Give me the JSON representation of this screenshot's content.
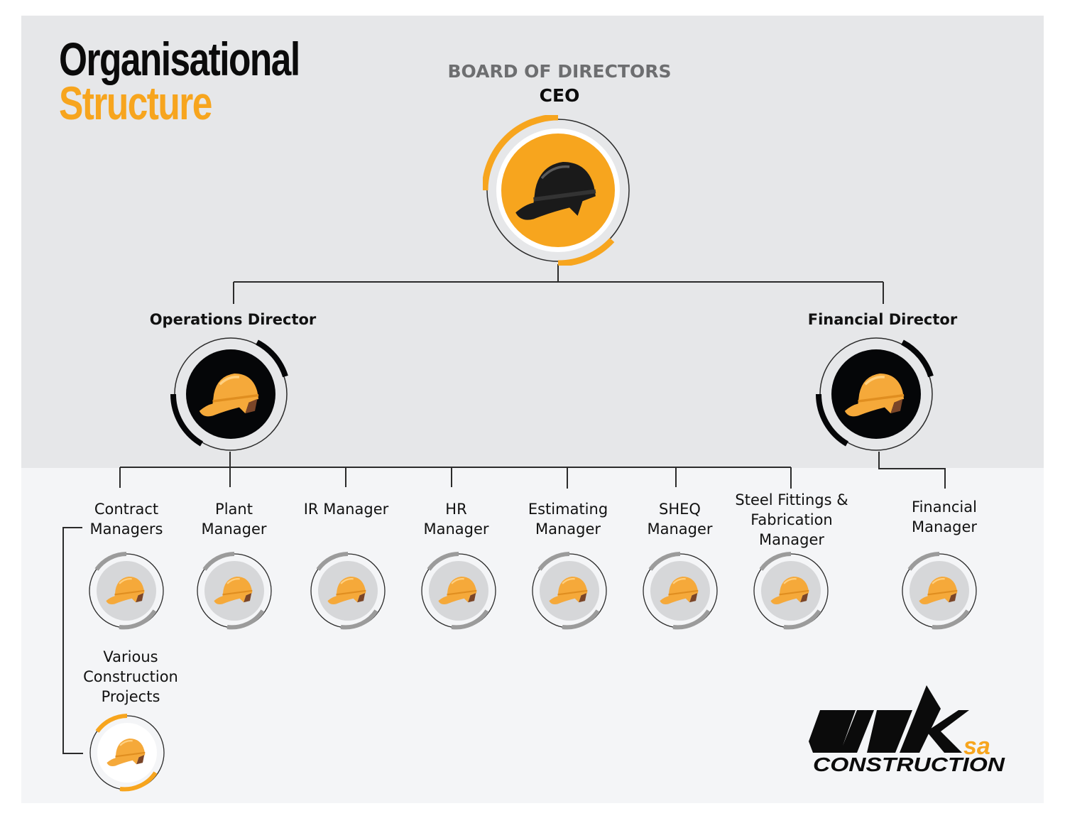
{
  "title": {
    "line1": "Organisational",
    "line2": "Structure"
  },
  "top": {
    "board": "BOARD OF DIRECTORS",
    "ceo": "CEO"
  },
  "directors": [
    {
      "label": "Operations Director"
    },
    {
      "label": "Financial Director"
    }
  ],
  "managers": [
    {
      "label": "Contract Managers"
    },
    {
      "label": "Plant Manager"
    },
    {
      "label": "IR Manager"
    },
    {
      "label": "HR Manager"
    },
    {
      "label": "Estimating Manager"
    },
    {
      "label": "SHEQ Manager"
    },
    {
      "label": "Steel Fittings & Fabrication Manager"
    },
    {
      "label": "Financial Manager"
    }
  ],
  "projects": {
    "label": "Various Construction Projects"
  },
  "logo": {
    "main": "wk",
    "suffix": "sa",
    "sub": "CONSTRUCTION"
  },
  "colors": {
    "accent": "#f7a51e",
    "dark": "#0b0b0b",
    "grey": "#9b9b9b",
    "panel_top": "#e6e7e9",
    "panel_bottom": "#f4f5f7"
  },
  "icons": {
    "node": "hard-hat-icon"
  }
}
